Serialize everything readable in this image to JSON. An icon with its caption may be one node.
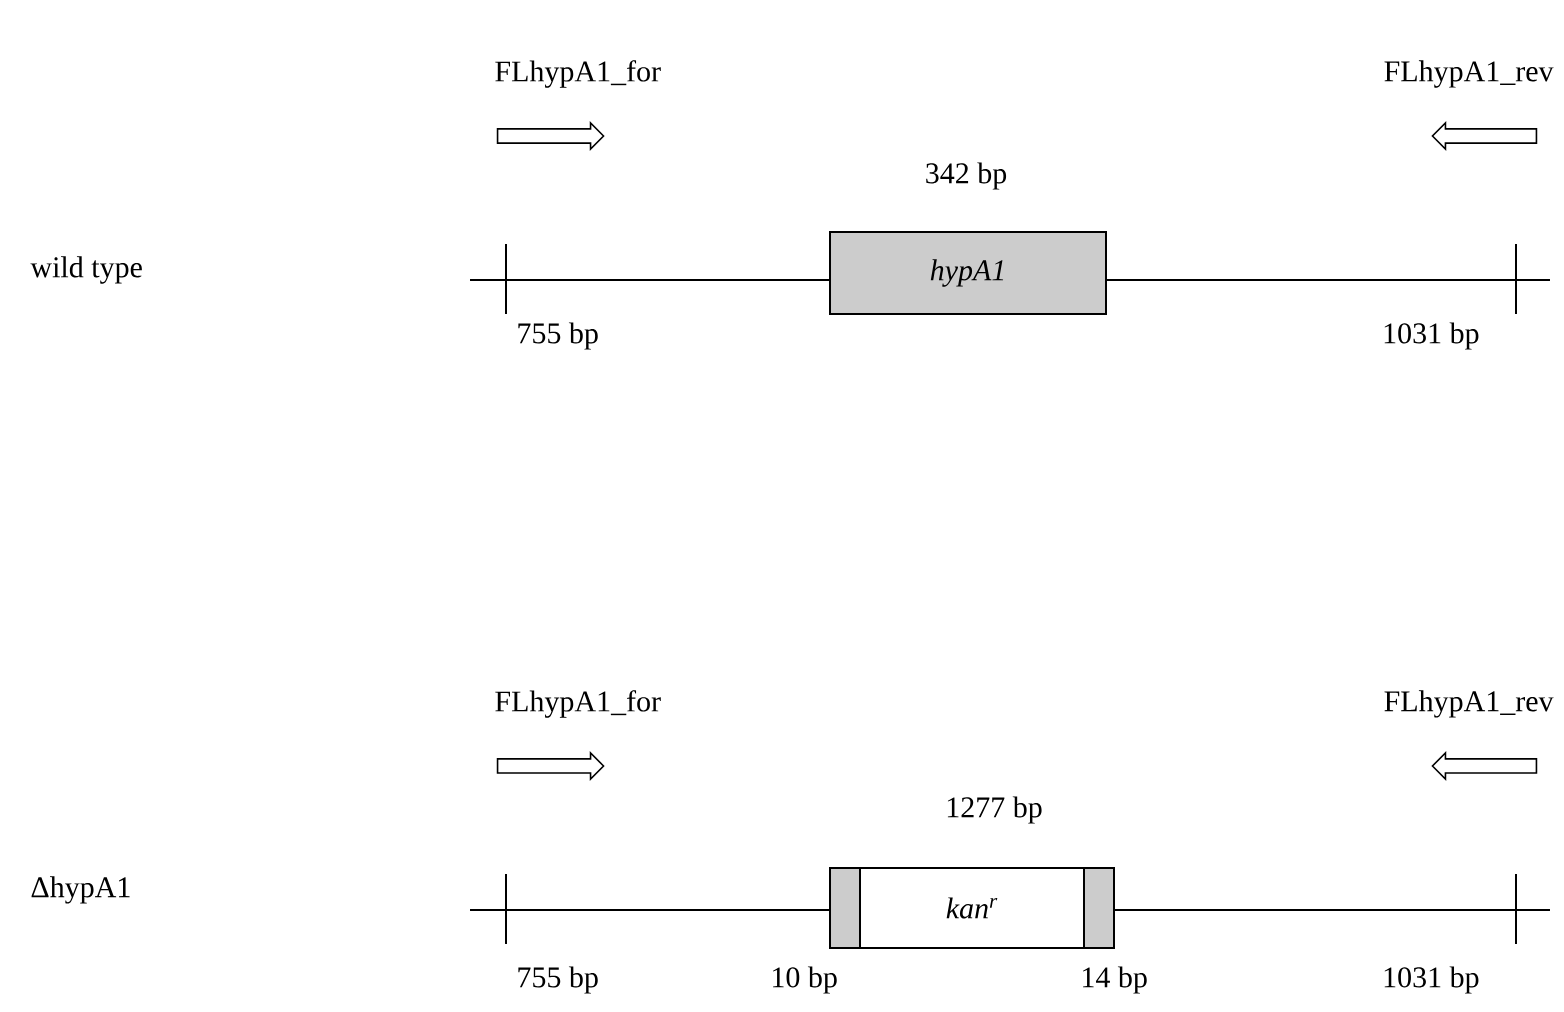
{
  "diagram": {
    "nodes": [
      {
        "text": [
          "FLhypA1_for"
        ]
      },
      {
        "text": [
          "FLhypA1_rev"
        ]
      },
      {
        "text": [
          "hypA1"
        ],
        "beside": [
          "342 bp"
        ]
      },
      {
        "text": [
          "FLhypA1_for"
        ]
      },
      {
        "text": [
          "FLhypA1_rev"
        ]
      },
      {
        "text": [
          "kan$^{r}$"
        ],
        "beside": [
          "1277 bp"
        ]
      }
    ],
    "labels": [
      "wild type",
      "755 bp",
      "1031 bp",
      "ΔhypA1",
      "755 bp",
      "10 bp",
      "14 bp",
      "1031 bp"
    ]
  }
}
